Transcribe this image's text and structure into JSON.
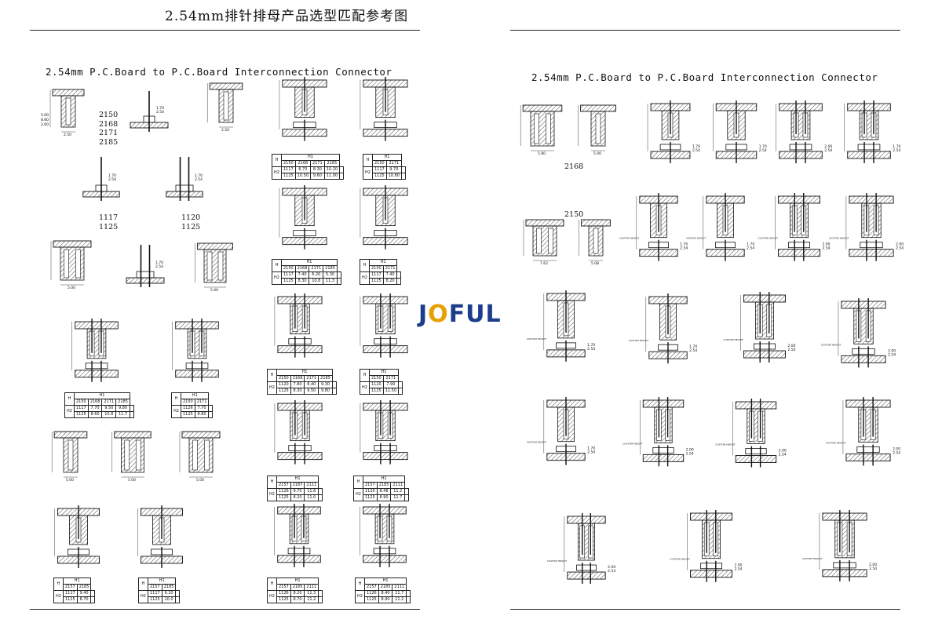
{
  "page_title": "2.54mm排针排母产品选型匹配参考图",
  "left_subtitle": "2.54mm P.C.Board to P.C.Board Interconnection Connector",
  "right_subtitle": "2.54mm P.C.Board to P.C.Board Interconnection Connector",
  "brand": {
    "part1": "J",
    "part2": "O",
    "part3": "FUL"
  },
  "part_numbers": {
    "group_a": [
      "2150",
      "2168",
      "2171",
      "2185"
    ],
    "group_b": [
      "1117",
      "1125"
    ],
    "group_c": [
      "1120",
      "1125"
    ],
    "right_2168": "2168",
    "right_2150": "2150"
  },
  "dims": {
    "a": "2.50",
    "b": "5.00",
    "c": "2.54",
    "d": "1.70",
    "e": "2.00",
    "f": "8.60",
    "g": "5.08",
    "h": "5.80",
    "i": "7.62",
    "j": "CUSTOM HEIGHT"
  },
  "tables": [
    {
      "h_label": "H",
      "h1_label": "H1",
      "h2_label": "H2",
      "cols": [
        "2150",
        "2168",
        "2171",
        "2185"
      ],
      "rows": [
        [
          "1117",
          "8.70",
          "8.30",
          "10.20"
        ],
        [
          "1125",
          "10.50",
          "9.60",
          "11.00"
        ]
      ]
    },
    {
      "h_label": "H",
      "h1_label": "H1",
      "h2_label": "H2",
      "cols": [
        "2150",
        "2171"
      ],
      "rows": [
        [
          "1117",
          "9.70"
        ],
        [
          "1125",
          "10.80"
        ]
      ]
    },
    {
      "h_label": "H",
      "h1_label": "H1",
      "h2_label": "H2",
      "cols": [
        "2150",
        "2168",
        "2171",
        "2185"
      ],
      "rows": [
        [
          "1117",
          "7.40",
          "6.20",
          "5.30"
        ],
        [
          "1125",
          "8.30",
          "10.8",
          "11.3"
        ]
      ]
    },
    {
      "h_label": "H",
      "h1_label": "H1",
      "h2_label": "H2",
      "cols": [
        "2150",
        "2171"
      ],
      "rows": [
        [
          "1117",
          "7.40"
        ],
        [
          "1125",
          "8.20"
        ]
      ]
    },
    {
      "h_label": "H",
      "h1_label": "H1",
      "h2_label": "H2",
      "cols": [
        "2150",
        "2168",
        "2171",
        "2185"
      ],
      "rows": [
        [
          "1117",
          "7.70",
          "9.50",
          "9.80"
        ],
        [
          "1125",
          "8.60",
          "10.8",
          "11.7"
        ]
      ]
    },
    {
      "h_label": "H",
      "h1_label": "H1",
      "h2_label": "H2",
      "cols": [
        "2150",
        "2171"
      ],
      "rows": [
        [
          "1126",
          "7.70"
        ],
        [
          "1125",
          "8.80"
        ]
      ]
    },
    {
      "h_label": "H",
      "h1_label": "H1",
      "h2_label": "H2",
      "cols": [
        "2150",
        "2168",
        "2171",
        "2185"
      ],
      "rows": [
        [
          "1120",
          "7.80",
          "8.40",
          "9.30"
        ],
        [
          "1125",
          "8.30",
          "9.50",
          "9.80"
        ]
      ]
    },
    {
      "h_label": "H",
      "h1_label": "H1",
      "h2_label": "H2",
      "cols": [
        "2150",
        "2171"
      ],
      "rows": [
        [
          "1120",
          "7.90"
        ],
        [
          "1125",
          "11.50"
        ]
      ]
    },
    {
      "h_label": "H",
      "h1_label": "H1",
      "h2_label": "H2",
      "cols": [
        "2157",
        "2187",
        "2111"
      ],
      "rows": [
        [
          "1126",
          "9.70",
          "11.6"
        ],
        [
          "1125",
          "8.20",
          "11.0"
        ]
      ]
    },
    {
      "h_label": "H",
      "h1_label": "H1",
      "h2_label": "H2",
      "cols": [
        "2157",
        "2185",
        "2111"
      ],
      "rows": [
        [
          "1120",
          "8.48",
          "11.2"
        ],
        [
          "1125",
          "8.90",
          "11.7"
        ]
      ]
    },
    {
      "h_label": "H",
      "h1_label": "H1",
      "h2_label": "H2",
      "cols": [
        "2157",
        "2185"
      ],
      "rows": [
        [
          "1117",
          "9.40"
        ],
        [
          "1125",
          "8.70"
        ]
      ]
    },
    {
      "h_label": "H",
      "h1_label": "H1",
      "h2_label": "H2",
      "cols": [
        "2157",
        "2185"
      ],
      "rows": [
        [
          "1117",
          "9.10"
        ],
        [
          "1125",
          "10.0"
        ]
      ]
    },
    {
      "h_label": "H",
      "h1_label": "H1",
      "h2_label": "H2",
      "cols": [
        "2157",
        "2185",
        "2111"
      ],
      "rows": [
        [
          "1126",
          "8.20",
          "11.3"
        ],
        [
          "1125",
          "8.70",
          "11.2"
        ]
      ]
    },
    {
      "h_label": "H",
      "h1_label": "H1",
      "h2_label": "H2",
      "cols": [
        "2157",
        "2185",
        "2111"
      ],
      "rows": [
        [
          "1126",
          "8.40",
          "11.7"
        ],
        [
          "1125",
          "8.90",
          "11.2"
        ]
      ]
    }
  ]
}
